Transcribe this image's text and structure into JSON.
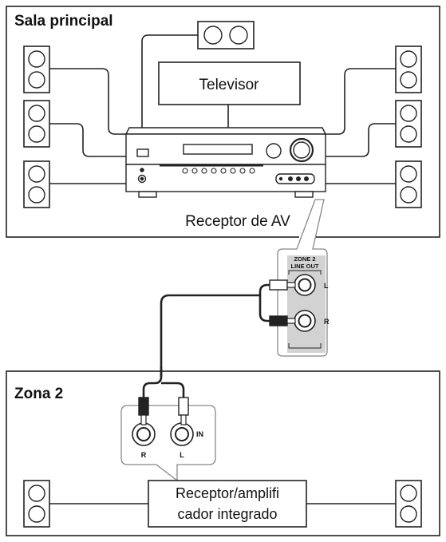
{
  "zones": {
    "main_title": "Sala principal",
    "zone2_title": "Zona 2"
  },
  "devices": {
    "tv_label": "Televisor",
    "receiver_label": "Receptor de AV",
    "amp_label_line1": "Receptor/amplifi",
    "amp_label_line2": "cador integrado"
  },
  "jacks": {
    "zone2_line_out_line1": "ZONE 2",
    "zone2_line_out_line2": "LINE OUT",
    "left": "L",
    "right": "R",
    "input": "IN"
  }
}
